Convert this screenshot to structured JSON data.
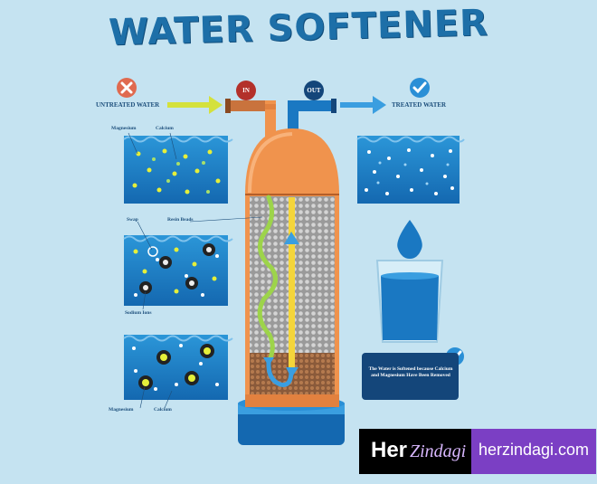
{
  "title": "WATER SOFTENER",
  "labels": {
    "untreated": "UNTREATED WATER",
    "treated": "TREATED WATER",
    "in": "IN",
    "out": "OUT",
    "magnesium_top": "Magnesium",
    "calcium_top": "Calcium",
    "swap": "Swap",
    "resin_beads": "Resin Beads",
    "sodium_ions": "Sodium Ions",
    "magnesium_bottom": "Magnesium",
    "calcium_bottom": "Calcium"
  },
  "caption": "The Water is Softened because Calcium and Magnesium Have Been Removed",
  "brand": {
    "her": "Her",
    "zindagi": "Zindagi",
    "url": "herzindagi.com"
  },
  "icons": [
    "cross-icon",
    "check-icon",
    "water-drop-icon",
    "glass-icon"
  ],
  "colors": {
    "background": "#c5e3f1",
    "title": "#1d6fa8",
    "tank": "#f0934d",
    "water": "#1a78c2",
    "untreated_arrow": "#d4e13c",
    "treated_arrow": "#3a9ee0",
    "in_badge": "#b3302a",
    "out_badge": "#14467a",
    "check_badge": "#2a8fd6",
    "cross_badge": "#e06a4f"
  }
}
